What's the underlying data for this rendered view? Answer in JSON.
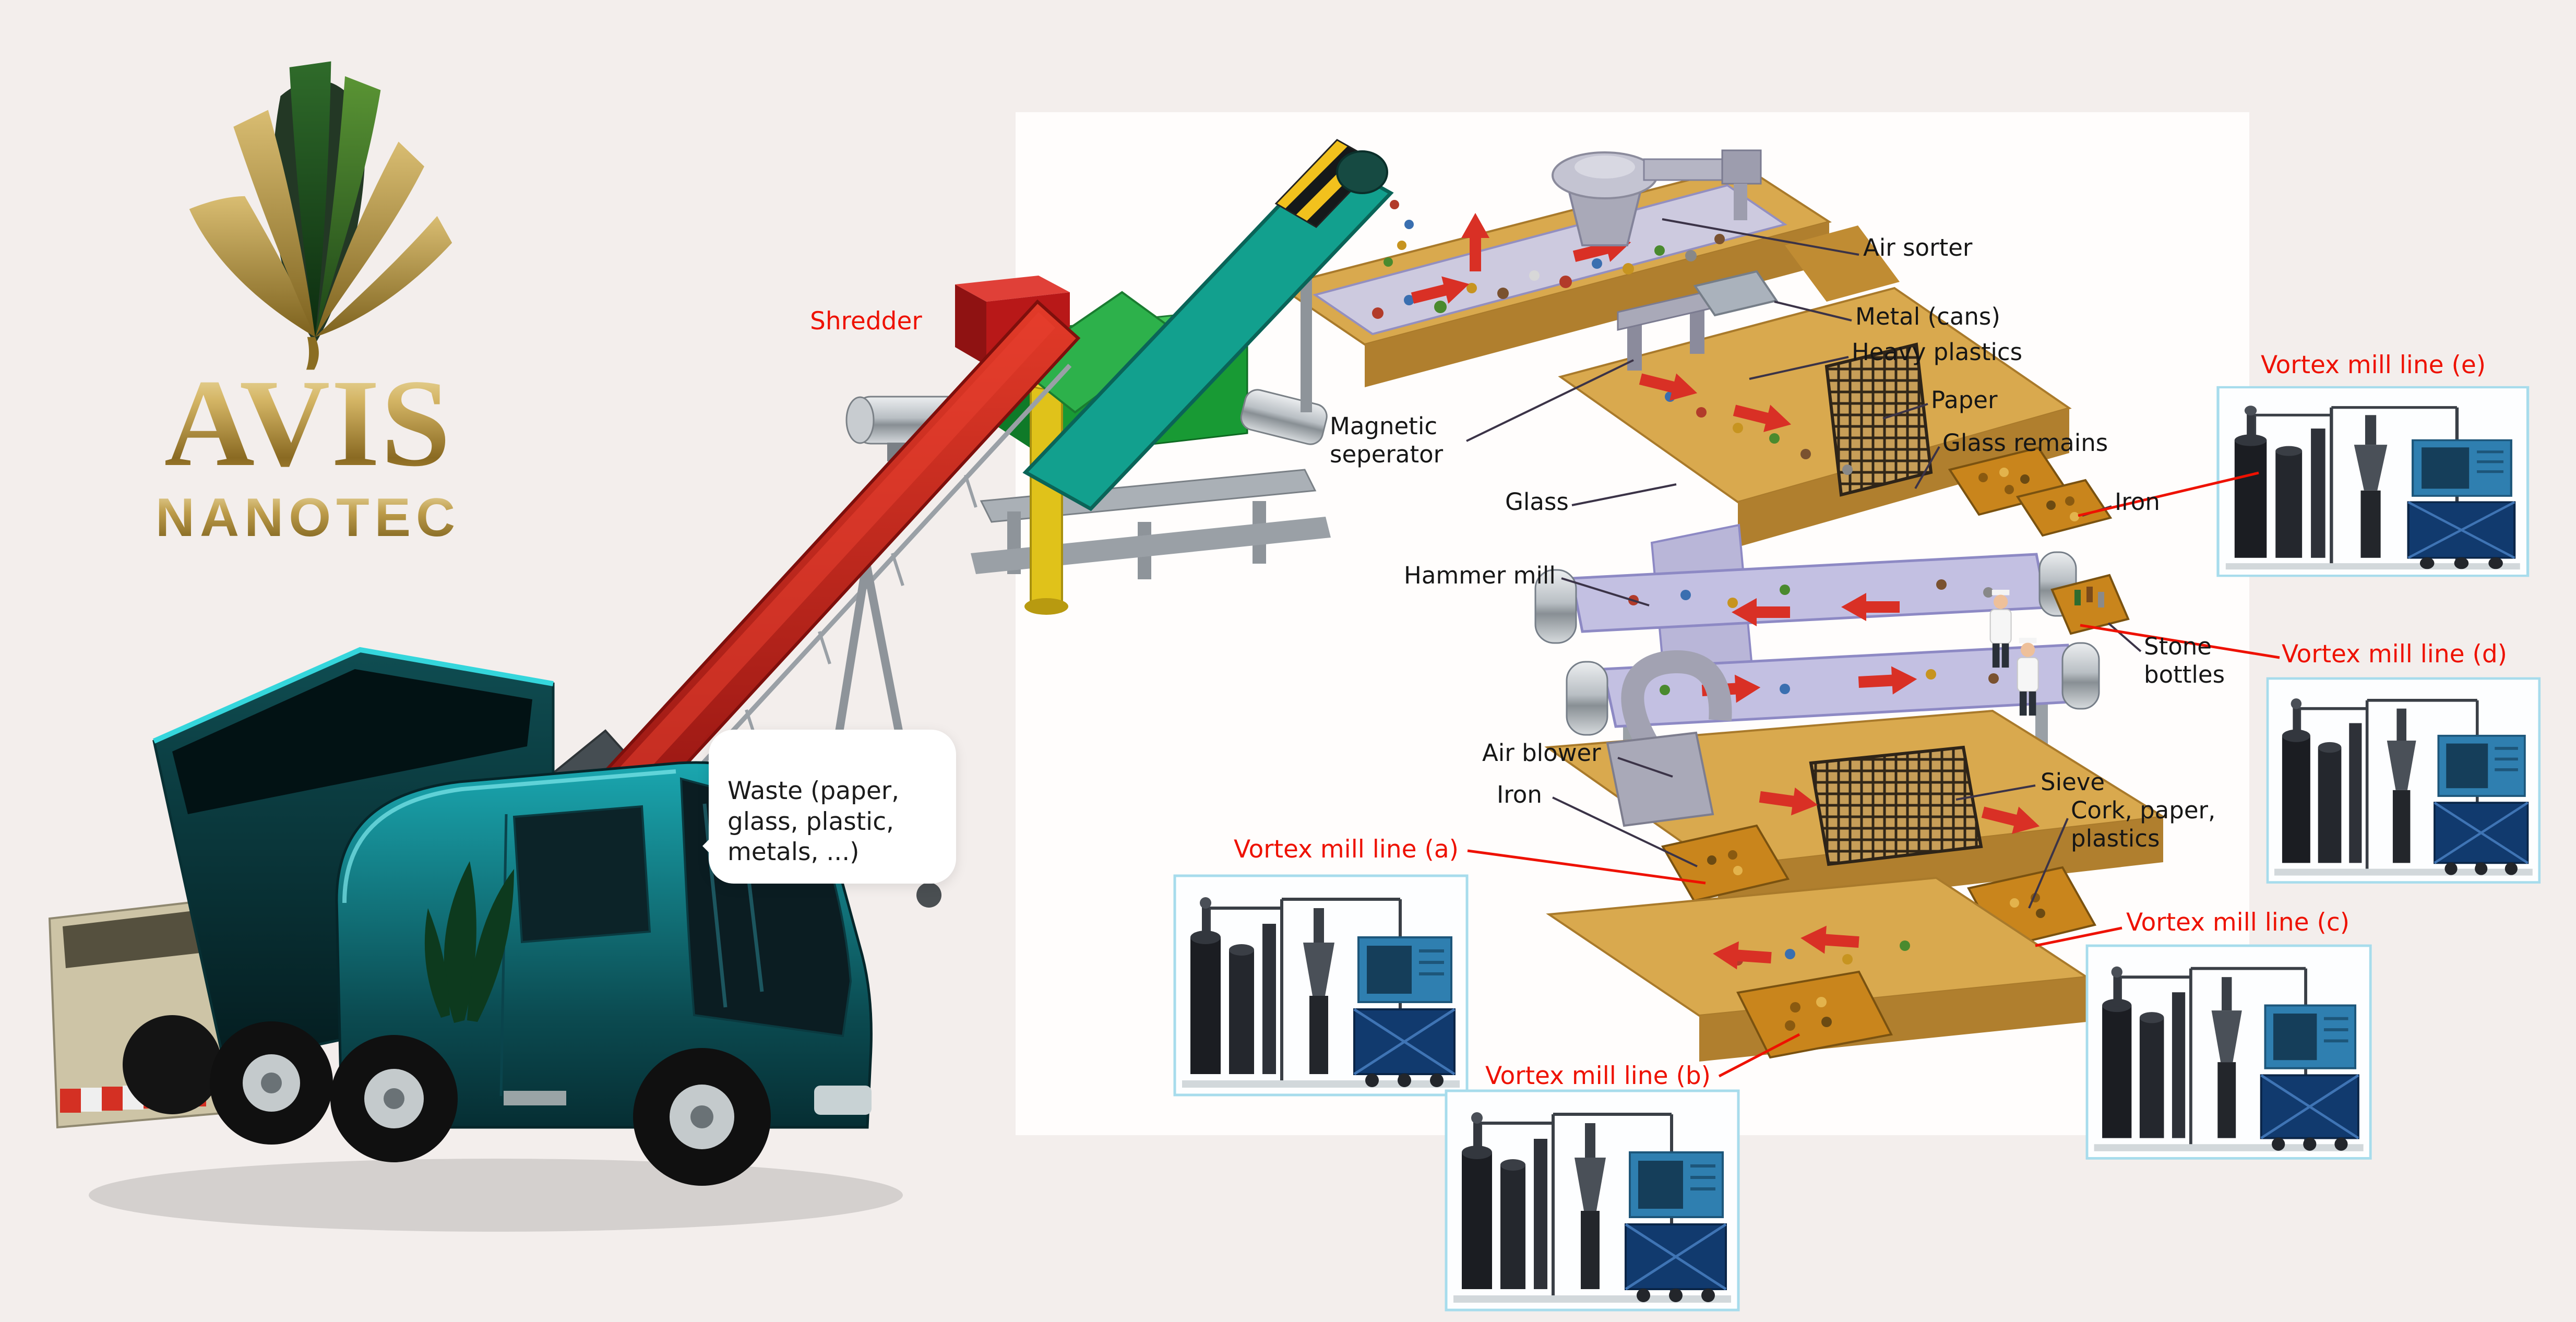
{
  "logo": {
    "brand": "AVIS",
    "subbrand": "NANOTEC"
  },
  "bubble": {
    "text": "Waste (paper,\nglass, plastic,\nmetals, ...)"
  },
  "labels": {
    "shredder": "Shredder",
    "air_sorter": "Air sorter",
    "metal_cans": "Metal (cans)",
    "heavy_plastics": "Heavy plastics",
    "paper": "Paper",
    "glass_remains": "Glass remains",
    "iron_top": "Iron",
    "magnetic_seperator": "Magnetic\nseperator",
    "glass": "Glass",
    "hammer_mill": "Hammer mill",
    "stone_bottles": "Stone\nbottles",
    "air_blower": "Air blower",
    "iron_bottom": "Iron",
    "sieve": "Sieve",
    "cork_paper_plastics": "Cork, paper,\nplastics",
    "vortex_a": "Vortex mill line (a)",
    "vortex_b": "Vortex mill line (b)",
    "vortex_c": "Vortex mill line (c)",
    "vortex_d": "Vortex mill line (d)",
    "vortex_e": "Vortex mill line (e)"
  },
  "colors": {
    "page_bg": "#f3eeec",
    "plant_bg": "#ffffff",
    "label_red": "#ee1100",
    "brand_gold": "#b9953f",
    "truck_teal": "#0e7f86",
    "conveyor_red": "#c01818",
    "conveyor_teal": "#12a08e",
    "deck_tan": "#d9a94e",
    "belt_lavender": "#c3c0e2",
    "arrow_red": "#d93025",
    "mill_blue": "#2f7fb0"
  }
}
